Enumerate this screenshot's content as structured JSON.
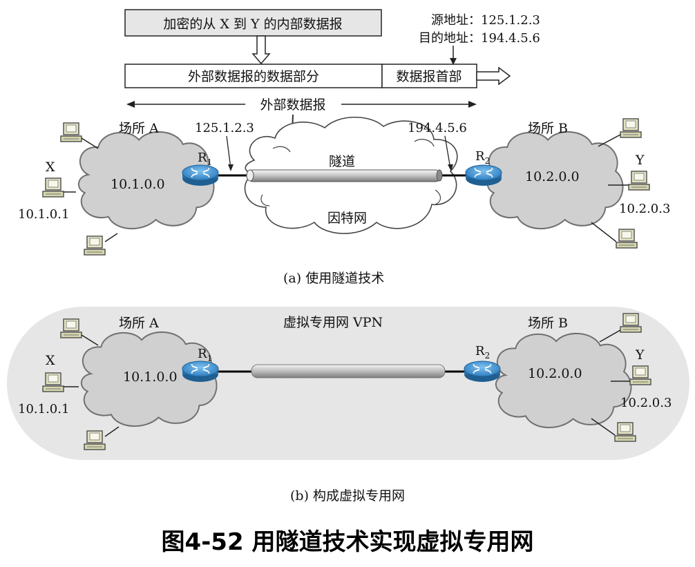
{
  "top": {
    "encrypted_box": "加密的从 X 到 Y 的内部数据报",
    "data_part": "外部数据报的数据部分",
    "header_part": "数据报首部",
    "outer_label": "外部数据报",
    "src_addr": "源地址：125.1.2.3",
    "dst_addr": "目的地址：194.4.5.6"
  },
  "panel_a": {
    "site_a": "场所 A",
    "site_b": "场所 B",
    "net_a": "10.1.0.0",
    "net_b": "10.2.0.0",
    "host_x": "X",
    "host_x_addr": "10.1.0.1",
    "host_y": "Y",
    "host_y_addr": "10.2.0.3",
    "r1_addr": "125.1.2.3",
    "r2_addr": "194.4.5.6",
    "router1": "R",
    "router1_sub": "1",
    "router2": "R",
    "router2_sub": "2",
    "tunnel": "隧道",
    "internet": "因特网",
    "caption": "(a)  使用隧道技术"
  },
  "panel_b": {
    "site_a": "场所 A",
    "site_b": "场所 B",
    "net_a": "10.1.0.0",
    "net_b": "10.2.0.0",
    "host_x": "X",
    "host_x_addr": "10.1.0.1",
    "host_y": "Y",
    "host_y_addr": "10.2.0.3",
    "router1": "R",
    "router1_sub": "1",
    "router2": "R",
    "router2_sub": "2",
    "vpn": "虚拟专用网 VPN",
    "caption": "(b)  构成虚拟专用网"
  },
  "figure_title": "图4-52 用隧道技术实现虚拟专用网",
  "colors": {
    "cloud": "#d2d2d2",
    "cloud_outline": "#6f6f6f",
    "vpn_band": "#e6e6e6",
    "router": "#3f8fcf",
    "computer": "#dcdcb6",
    "box_fill_top": "#e8e8e8"
  }
}
